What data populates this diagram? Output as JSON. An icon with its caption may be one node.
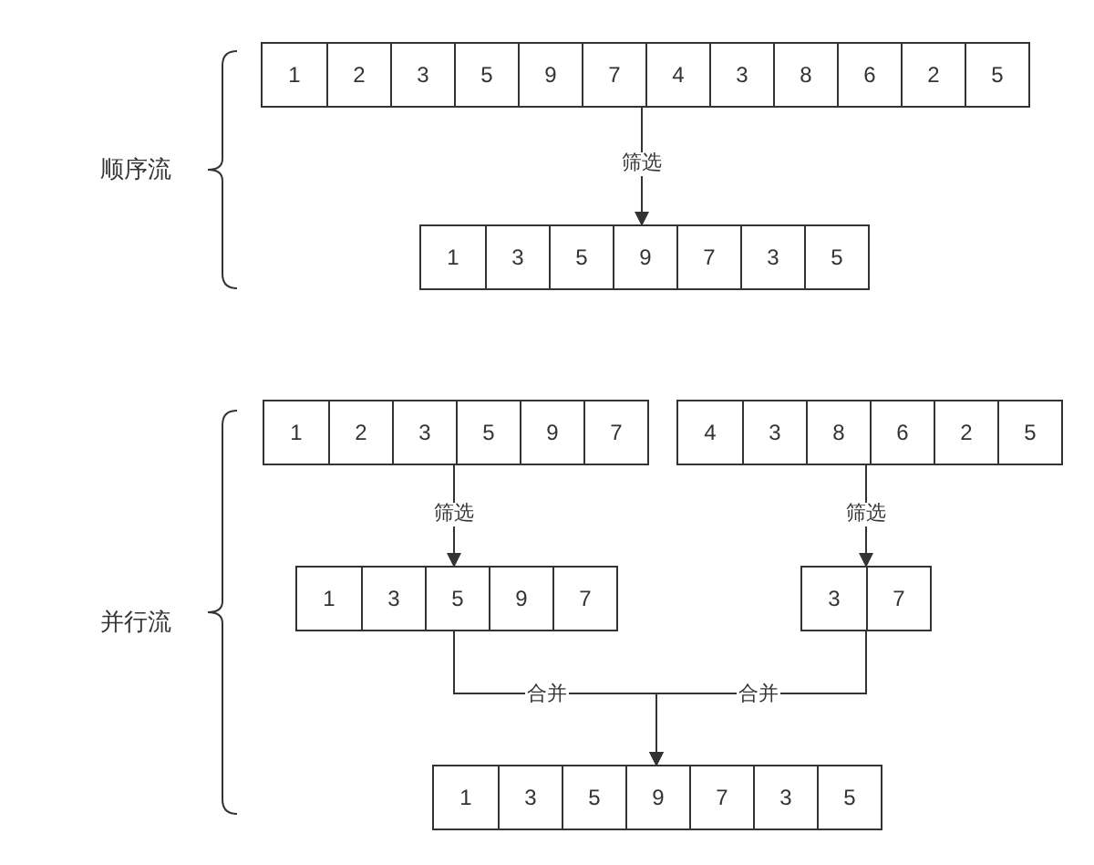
{
  "diagram": {
    "nodes": [
      {
        "text": [],
        "shape": "bar"
      },
      {
        "text": [
          "1"
        ],
        "in": 0
      },
      {
        "text": [
          "2"
        ],
        "in": 0
      },
      {
        "text": [
          "3"
        ],
        "in": 0
      },
      {
        "text": [
          "5"
        ],
        "in": 0
      },
      {
        "text": [
          "9"
        ],
        "in": 0
      },
      {
        "text": [
          "7"
        ],
        "in": 0
      },
      {
        "text": [
          "4"
        ],
        "in": 0
      },
      {
        "text": [
          "3"
        ],
        "in": 0
      },
      {
        "text": [
          "8"
        ],
        "in": 0
      },
      {
        "text": [
          "6"
        ],
        "in": 0
      },
      {
        "text": [
          "2"
        ],
        "in": 0
      },
      {
        "text": [
          "5"
        ],
        "in": 0
      },
      {
        "text": [],
        "shape": "bar"
      },
      {
        "text": [
          "1"
        ],
        "in": 13
      },
      {
        "text": [
          "3"
        ],
        "in": 13
      },
      {
        "text": [
          "5"
        ],
        "in": 13
      },
      {
        "text": [
          "9"
        ],
        "in": 13
      },
      {
        "text": [
          "7"
        ],
        "in": 13
      },
      {
        "text": [
          "3"
        ],
        "in": 13
      },
      {
        "text": [
          "5"
        ],
        "in": 13
      },
      {
        "text": [],
        "shape": "bar"
      },
      {
        "text": [
          "1"
        ],
        "in": 21
      },
      {
        "text": [
          "2"
        ],
        "in": 21
      },
      {
        "text": [
          "3"
        ],
        "in": 21
      },
      {
        "text": [
          "5"
        ],
        "in": 21
      },
      {
        "text": [
          "9"
        ],
        "in": 21
      },
      {
        "text": [
          "7"
        ],
        "in": 21
      },
      {
        "text": [],
        "shape": "bar"
      },
      {
        "text": [
          "4"
        ],
        "in": 28
      },
      {
        "text": [
          "3"
        ],
        "in": 28
      },
      {
        "text": [
          "8"
        ],
        "in": 28
      },
      {
        "text": [
          "6"
        ],
        "in": 28
      },
      {
        "text": [
          "2"
        ],
        "in": 28
      },
      {
        "text": [
          "5"
        ],
        "in": 28
      },
      {
        "text": [],
        "shape": "bar"
      },
      {
        "text": [
          "1"
        ],
        "in": 35
      },
      {
        "text": [
          "3"
        ],
        "in": 35
      },
      {
        "text": [
          "5"
        ],
        "in": 35
      },
      {
        "text": [
          "9"
        ],
        "in": 35
      },
      {
        "text": [
          "7"
        ],
        "in": 35
      },
      {
        "text": [],
        "shape": "bar"
      },
      {
        "text": [
          "3"
        ],
        "in": 41
      },
      {
        "text": [
          "7"
        ],
        "in": 41
      },
      {
        "text": [],
        "shape": "bar"
      },
      {
        "text": [
          "1"
        ],
        "in": 44
      },
      {
        "text": [
          "3"
        ],
        "in": 44
      },
      {
        "text": [
          "5"
        ],
        "in": 44
      },
      {
        "text": [
          "9"
        ],
        "in": 44
      },
      {
        "text": [
          "7"
        ],
        "in": 44
      },
      {
        "text": [
          "3"
        ],
        "in": 44
      },
      {
        "text": [
          "5"
        ],
        "in": 44
      }
    ],
    "edges": [
      {
        "from": 0,
        "to": 13,
        "arrow": "to",
        "label": "筛选"
      },
      {
        "from": 21,
        "to": 35,
        "arrow": "to",
        "label": "筛选"
      },
      {
        "from": 28,
        "to": 41,
        "arrow": "to",
        "label": "筛选"
      },
      {
        "from": 35,
        "to": 44,
        "arrow": "to",
        "label": "合并"
      },
      {
        "from": 41,
        "to": 44,
        "arrow": "to",
        "label": "合并"
      }
    ],
    "labels": [
      "顺序流",
      "并行流"
    ]
  }
}
